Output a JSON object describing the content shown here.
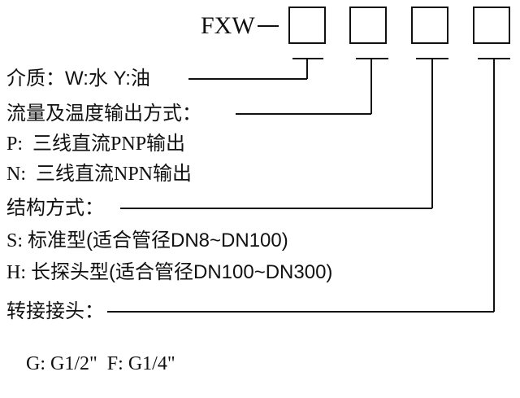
{
  "model_prefix": "FXW",
  "medium": {
    "label": "介质：",
    "options": "W:水 Y:油"
  },
  "output_mode": {
    "label": "流量及温度输出方式：",
    "options": [
      {
        "code": "P:",
        "text": "三线直流PNP输出"
      },
      {
        "code": "N:",
        "text": "三线直流NPN输出"
      }
    ]
  },
  "structure": {
    "label": "结构方式：",
    "options": [
      {
        "code": "S:",
        "text": "标准型(适合管径DN8~DN100)"
      },
      {
        "code": "H:",
        "text": "长探头型(适合管径DN100~DN300)"
      }
    ]
  },
  "connector": {
    "label": "转接接头：",
    "options": "G: G1/2\"  F: G1/4\""
  }
}
